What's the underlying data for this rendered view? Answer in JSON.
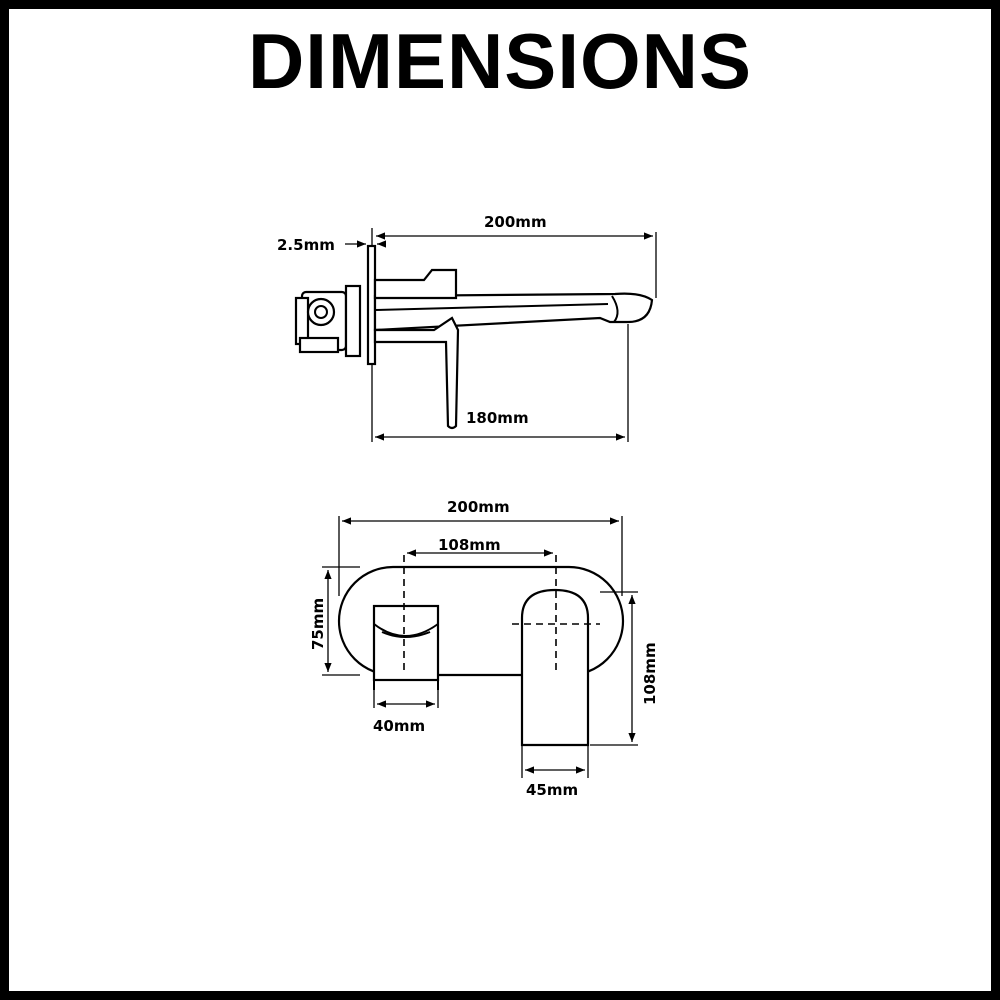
{
  "title": "DIMENSIONS",
  "side_view": {
    "plate_thickness": "2.5mm",
    "total_length": "200mm",
    "spout_length": "180mm"
  },
  "front_view": {
    "plate_width": "200mm",
    "center_distance": "108mm",
    "plate_height": "75mm",
    "handle_height": "108mm",
    "spout_width": "40mm",
    "handle_width": "45mm"
  }
}
